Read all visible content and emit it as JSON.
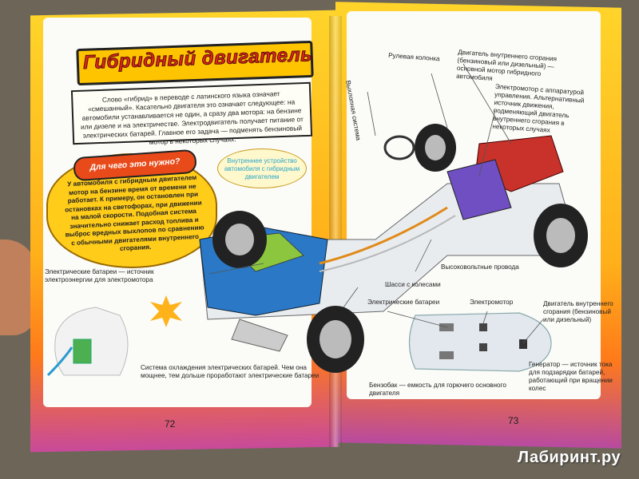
{
  "book": {
    "title": "Гибридный двигатель",
    "definition": "Слово «гибрид» в переводе с латинского языка означает «смешанный». Касательно двигателя это означает следующее: на автомобили устанавливается не один, а сразу два мотора: на бензине или дизеле и на электричестве. Электродвигатель получает питание от электрических батарей. Главное его задача — подменять бензиновый мотор в некоторых случаях.",
    "bubble_question": "Для чего это нужно?",
    "bubble_text": "У автомобиля с гибридным двигателем мотор на бензине время от времени не работает. К примеру, он остановлен при остановках на светофорах, при движении на малой скорости. Подобная система значительно снижает расход топлива и выброс вредных выхлопов по сравнению с обычными двигателями внутреннего сгорания.",
    "inner_device": "Внутреннее устройство автомобиля с гибридным двигателем",
    "battery_label": "Электрические батареи — источник электроэнергии для электромотора",
    "cooling_label": "Система охлаждения электрических батарей. Чем она мощнее, тем дольше проработают электрические батареи",
    "steering_label": "Рулевая колонка",
    "exhaust_label": "Выхлопная система",
    "ice_label": "Двигатель внутреннего сгорания (бензиновый или дизельный) — основной мотор гибридного автомобиля",
    "motor_label": "Электромотор с аппаратурой управления. Альтернативный источник движения, подменяющий двигатель внутреннего сгорания в некоторых случаях",
    "hv_label": "Высоковольтные провода",
    "chassis_label": "Шасси с колесами",
    "diagram_batteries": "Электрические батареи",
    "diagram_motor": "Электромотор",
    "diagram_ice": "Двигатель внутреннего сгорания (бензиновый или дизельный)",
    "generator_label": "Генератор — источник тока для подзарядки батарей, работающий при вращении колес",
    "tank_label": "Бензобак — емкость для горючего основного двигателя",
    "page_left": "72",
    "page_right": "73",
    "watermark": "Лабиринт.ру"
  }
}
